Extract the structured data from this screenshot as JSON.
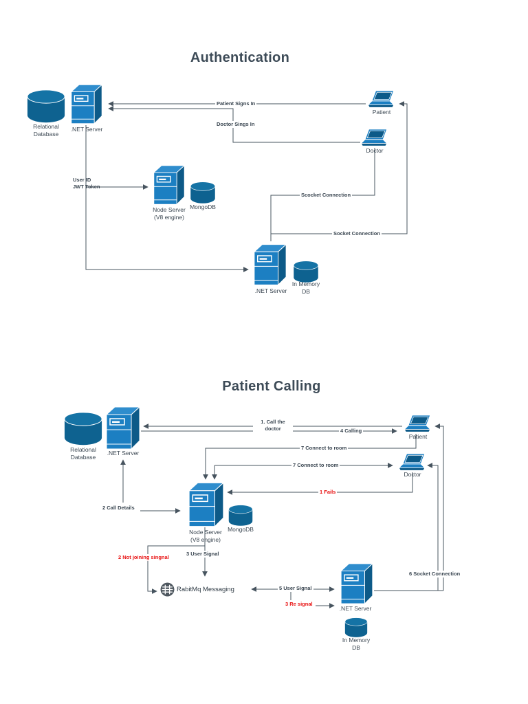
{
  "colors": {
    "node_front_blue": "#1c7fc2",
    "node_side_blue": "#0d5a88",
    "node_top_blue": "#2f8dcd",
    "cylinder_blue": "#0e6290",
    "cylinder_top_blue": "#1573a5",
    "connector_line": "#47545f",
    "label_text": "#3a4651",
    "error_red": "#e81010",
    "queue_icon_gray": "#4d565e"
  },
  "auth": {
    "title": "Authentication",
    "nodes": {
      "relational_db": "Relational\nDatabase",
      "net_server": ".NET Server",
      "patient": "Patient",
      "doctor": "Doctor",
      "node_server": "Node Server\n(V8 engine)",
      "mongodb": "MongoDB",
      "net_server_2": ".NET Server",
      "in_memory_db": "In Memory\nDB"
    },
    "edges": {
      "patient_signs_in": "Patient Signs In",
      "doctor_signs_in": "Doctor Sings In",
      "user_id_jwt": "User ID\nJWT Token",
      "socket_doctor": "Scocket Connection",
      "socket_patient": "Socket Connection"
    }
  },
  "calling": {
    "title": "Patient Calling",
    "nodes": {
      "relational_db": "Relational\nDatabase",
      "net_server": ".NET Server",
      "patient": "Patient",
      "doctor": "Doctor",
      "node_server": "Node Server\n(V8 engine)",
      "mongodb": "MongoDB",
      "rabbitmq": "RabitMq Messaging",
      "net_server_2": ".NET Server",
      "in_memory_db": "In Memory\nDB"
    },
    "edges": {
      "call_doctor": "1. Call the\ndoctor",
      "calling": "4 Calling",
      "connect_room_patient": "7 Connect to room",
      "connect_room_doctor": "7 Connect to room",
      "fails": "1 Fails",
      "call_details": "2 Call Details",
      "user_signal_3": "3 User Signal",
      "not_joining": "2 Not joining singnal",
      "user_signal_5": "5 User Signal",
      "re_signal": "3 Re signal",
      "socket_connection_6": "6 Socket Connection"
    }
  }
}
